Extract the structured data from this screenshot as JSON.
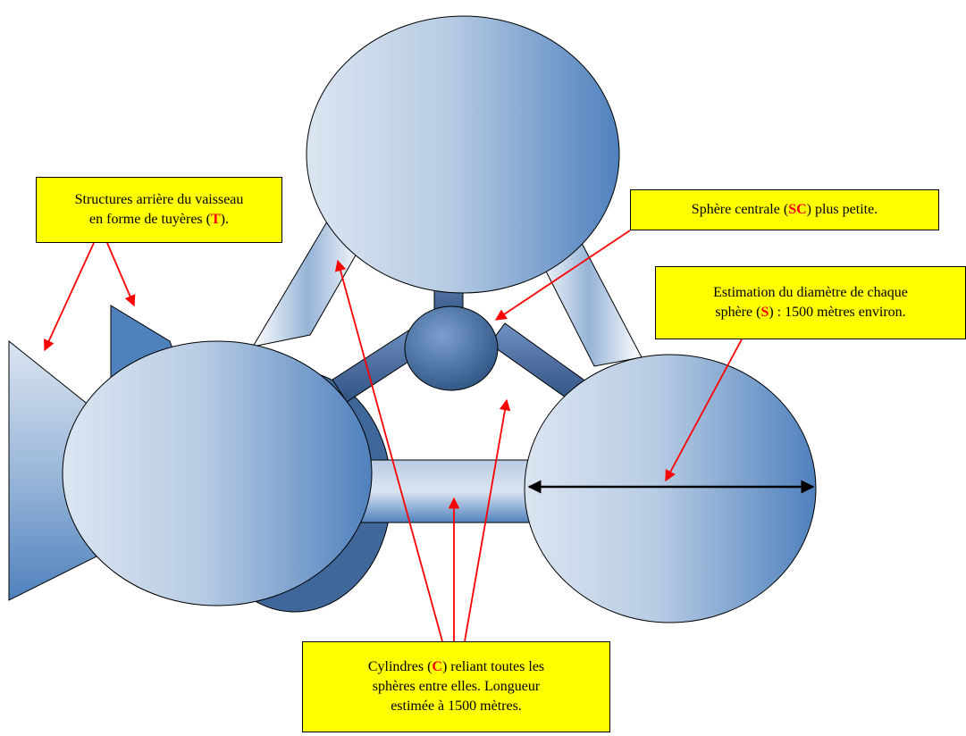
{
  "labels": {
    "tuyeres": {
      "line1": "Structures arrière du vaisseau",
      "line2_pre": "en forme de tuyères (",
      "code": "T",
      "line2_post": ")."
    },
    "sphere_centrale": {
      "pre": "Sphère centrale (",
      "code": "SC",
      "post": ") plus petite."
    },
    "diametre": {
      "line1": "Estimation du diamètre de chaque",
      "line2_pre": "sphère (",
      "code": "S",
      "line2_post": ") : 1500 mètres environ."
    },
    "cylindres": {
      "line1_pre": "Cylindres (",
      "code": "C",
      "line1_post": ") reliant toutes les",
      "line2": "sphères entre elles. Longueur",
      "line3": "estimée à 1500 mètres."
    }
  },
  "colors": {
    "sphere_light": "#dbe5f1",
    "sphere_dark": "#4f81bd",
    "sphere_outline": "#000000",
    "arrow": "#ff0000",
    "callout_bg": "#ffff00",
    "code_text": "#ff0000"
  }
}
